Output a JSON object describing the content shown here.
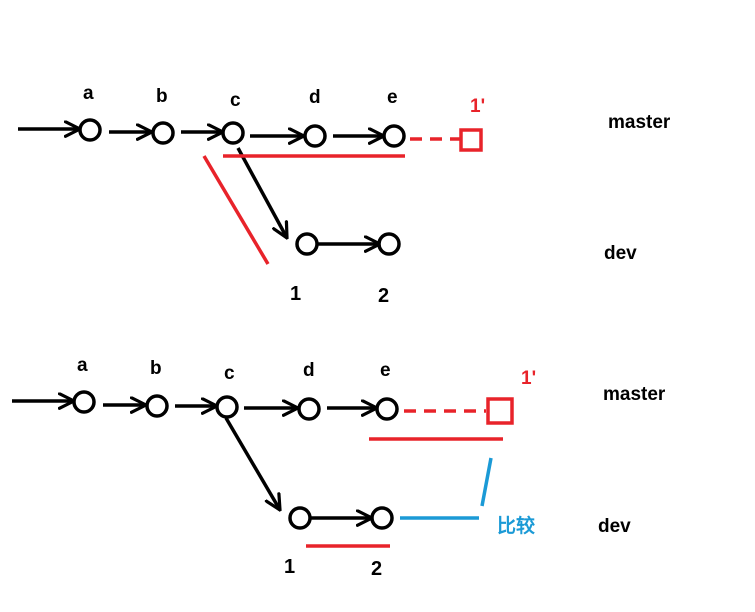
{
  "colors": {
    "black": "#000000",
    "red": "#e8232a",
    "blue": "#1b9ad6"
  },
  "top": {
    "commits": [
      "a",
      "b",
      "c",
      "d",
      "e"
    ],
    "new_commit": "1'",
    "branch_master": "master",
    "branch_dev": "dev",
    "dev_commits": [
      "1",
      "2"
    ]
  },
  "bottom": {
    "commits": [
      "a",
      "b",
      "c",
      "d",
      "e"
    ],
    "new_commit": "1'",
    "branch_master": "master",
    "branch_dev": "dev",
    "dev_commits": [
      "1",
      "2"
    ],
    "compare_label": "比较"
  }
}
